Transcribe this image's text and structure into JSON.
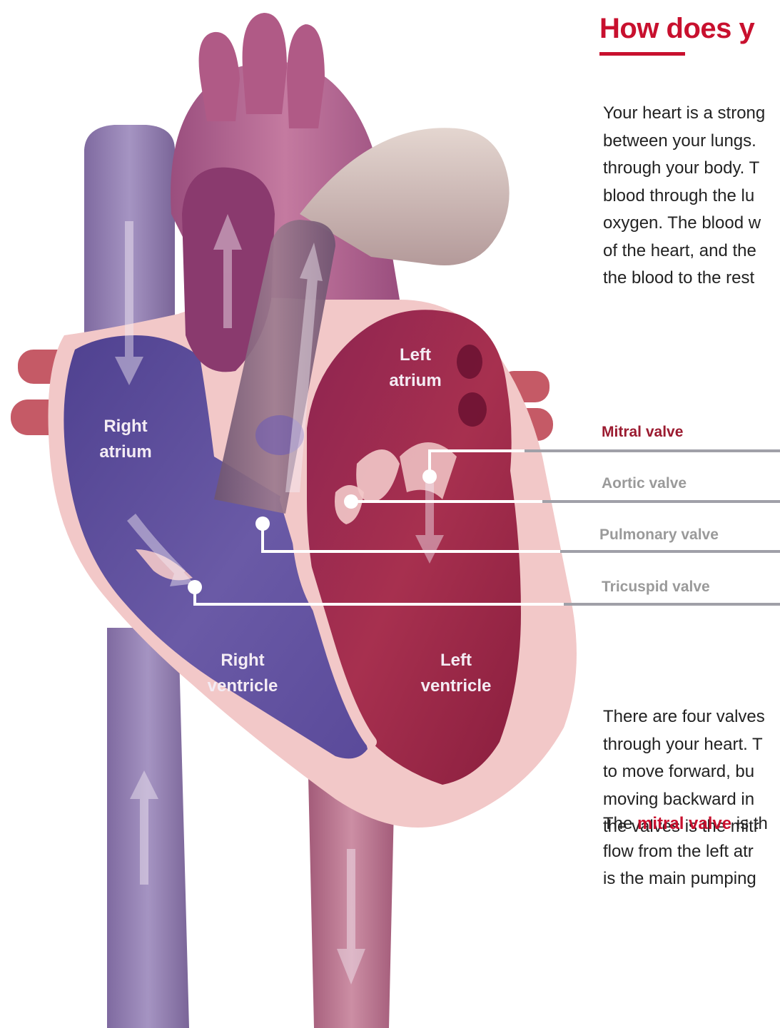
{
  "heading": "How does y",
  "paragraphs": {
    "intro": [
      "Your heart is a strong",
      "between your lungs.",
      "through your body. T",
      "blood through the lu",
      "oxygen. The blood w",
      "of the heart, and the",
      "the blood to the rest"
    ],
    "valves": [
      "There are four valves",
      "through your heart. T",
      "to move forward, bu",
      "moving backward in",
      "the valves is the mitr"
    ],
    "mitral": {
      "prefix": "The ",
      "highlight": "mitral valve",
      "line1_rest": " is th",
      "line2": "flow from the left atr",
      "line3": "is the main pumping"
    }
  },
  "valve_labels": {
    "mitral": "Mitral valve",
    "aortic": "Aortic valve",
    "pulmonary": "Pulmonary valve",
    "tricuspid": "Tricuspid valve"
  },
  "chambers": {
    "left_atrium": [
      "Left",
      "atrium"
    ],
    "right_atrium": [
      "Right",
      "atrium"
    ],
    "right_ventricle": [
      "Right",
      "ventricle"
    ],
    "left_ventricle": [
      "Left",
      "ventricle"
    ]
  },
  "colors": {
    "accent_red": "#c8102e",
    "mitral_label": "#9b1b30",
    "label_gray": "#9a9a9a",
    "leader_gray": "#a0a0a8",
    "right_side_blue": "#5d4a98",
    "left_side_crimson": "#9a2a52",
    "tissue_pink": "#f2c8c8"
  }
}
